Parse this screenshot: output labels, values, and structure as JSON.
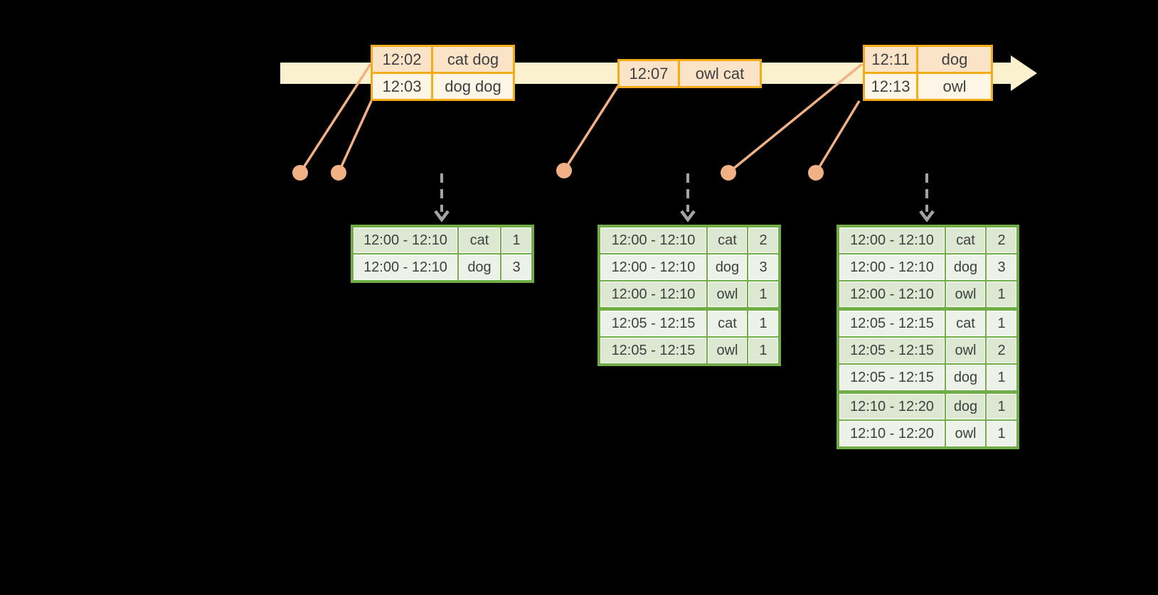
{
  "colors": {
    "background": "#000000",
    "timeline_band": "#FBF1CE",
    "event_border": "#F2AC1A",
    "event_row_dark": "#FAE3C6",
    "event_row_light": "#FDF6E6",
    "result_border": "#70AD47",
    "result_row_dark": "#DCE8D2",
    "result_row_light": "#EDF2E9",
    "marker": "#F2B184",
    "trigger_arrow": "#A3A3A3",
    "text": "#3F3F3F"
  },
  "event_tables": [
    {
      "rows": [
        {
          "time": "12:02",
          "words": "cat dog"
        },
        {
          "time": "12:03",
          "words": "dog dog"
        }
      ]
    },
    {
      "rows": [
        {
          "time": "12:07",
          "words": "owl cat"
        }
      ]
    },
    {
      "rows": [
        {
          "time": "12:11",
          "words": "dog"
        },
        {
          "time": "12:13",
          "words": "owl"
        }
      ]
    }
  ],
  "result_tables": [
    {
      "rows": [
        {
          "window": "12:00 - 12:10",
          "word": "cat",
          "count": "1"
        },
        {
          "window": "12:00 - 12:10",
          "word": "dog",
          "count": "3"
        }
      ]
    },
    {
      "rows": [
        {
          "window": "12:00 - 12:10",
          "word": "cat",
          "count": "2"
        },
        {
          "window": "12:00 - 12:10",
          "word": "dog",
          "count": "3"
        },
        {
          "window": "12:00 - 12:10",
          "word": "owl",
          "count": "1"
        },
        {
          "window": "12:05 - 12:15",
          "word": "cat",
          "count": "1"
        },
        {
          "window": "12:05 - 12:15",
          "word": "owl",
          "count": "1"
        }
      ]
    },
    {
      "rows": [
        {
          "window": "12:00 - 12:10",
          "word": "cat",
          "count": "2"
        },
        {
          "window": "12:00 - 12:10",
          "word": "dog",
          "count": "3"
        },
        {
          "window": "12:00 - 12:10",
          "word": "owl",
          "count": "1"
        },
        {
          "window": "12:05 - 12:15",
          "word": "cat",
          "count": "1"
        },
        {
          "window": "12:05 - 12:15",
          "word": "owl",
          "count": "2"
        },
        {
          "window": "12:05 - 12:15",
          "word": "dog",
          "count": "1"
        },
        {
          "window": "12:10 - 12:20",
          "word": "dog",
          "count": "1"
        },
        {
          "window": "12:10 - 12:20",
          "word": "owl",
          "count": "1"
        }
      ]
    }
  ]
}
